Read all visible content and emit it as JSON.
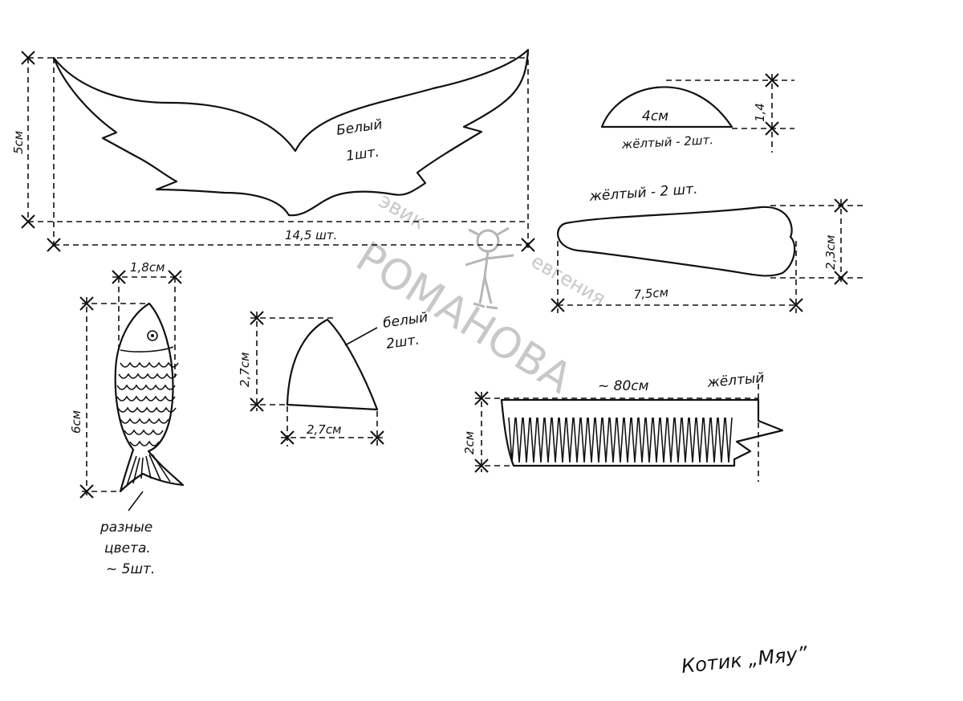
{
  "title": "Котик „Мяу”",
  "watermark": {
    "small": "эвик",
    "big": "РОМАНОВА",
    "name": "евгения"
  },
  "pieces": {
    "wings": {
      "label": "Белый",
      "count": "1шт.",
      "width": "14,5 шт.",
      "height": "5см"
    },
    "semicircle": {
      "width": "4см",
      "height": "1,4",
      "label": "жёлтый - 2шт."
    },
    "bone": {
      "label": "жёлтый - 2 шт.",
      "width": "7,5см",
      "height": "2,3см"
    },
    "triangle": {
      "label": "белый",
      "count": "2шт.",
      "width": "2,7см",
      "height": "2,7см"
    },
    "fish": {
      "width": "1,8см",
      "height": "6см",
      "label1": "разные",
      "label2": "цвета.",
      "label3": "~ 5шт."
    },
    "fringe": {
      "length": "~ 80см",
      "color": "жёлтый",
      "height": "2см"
    }
  }
}
